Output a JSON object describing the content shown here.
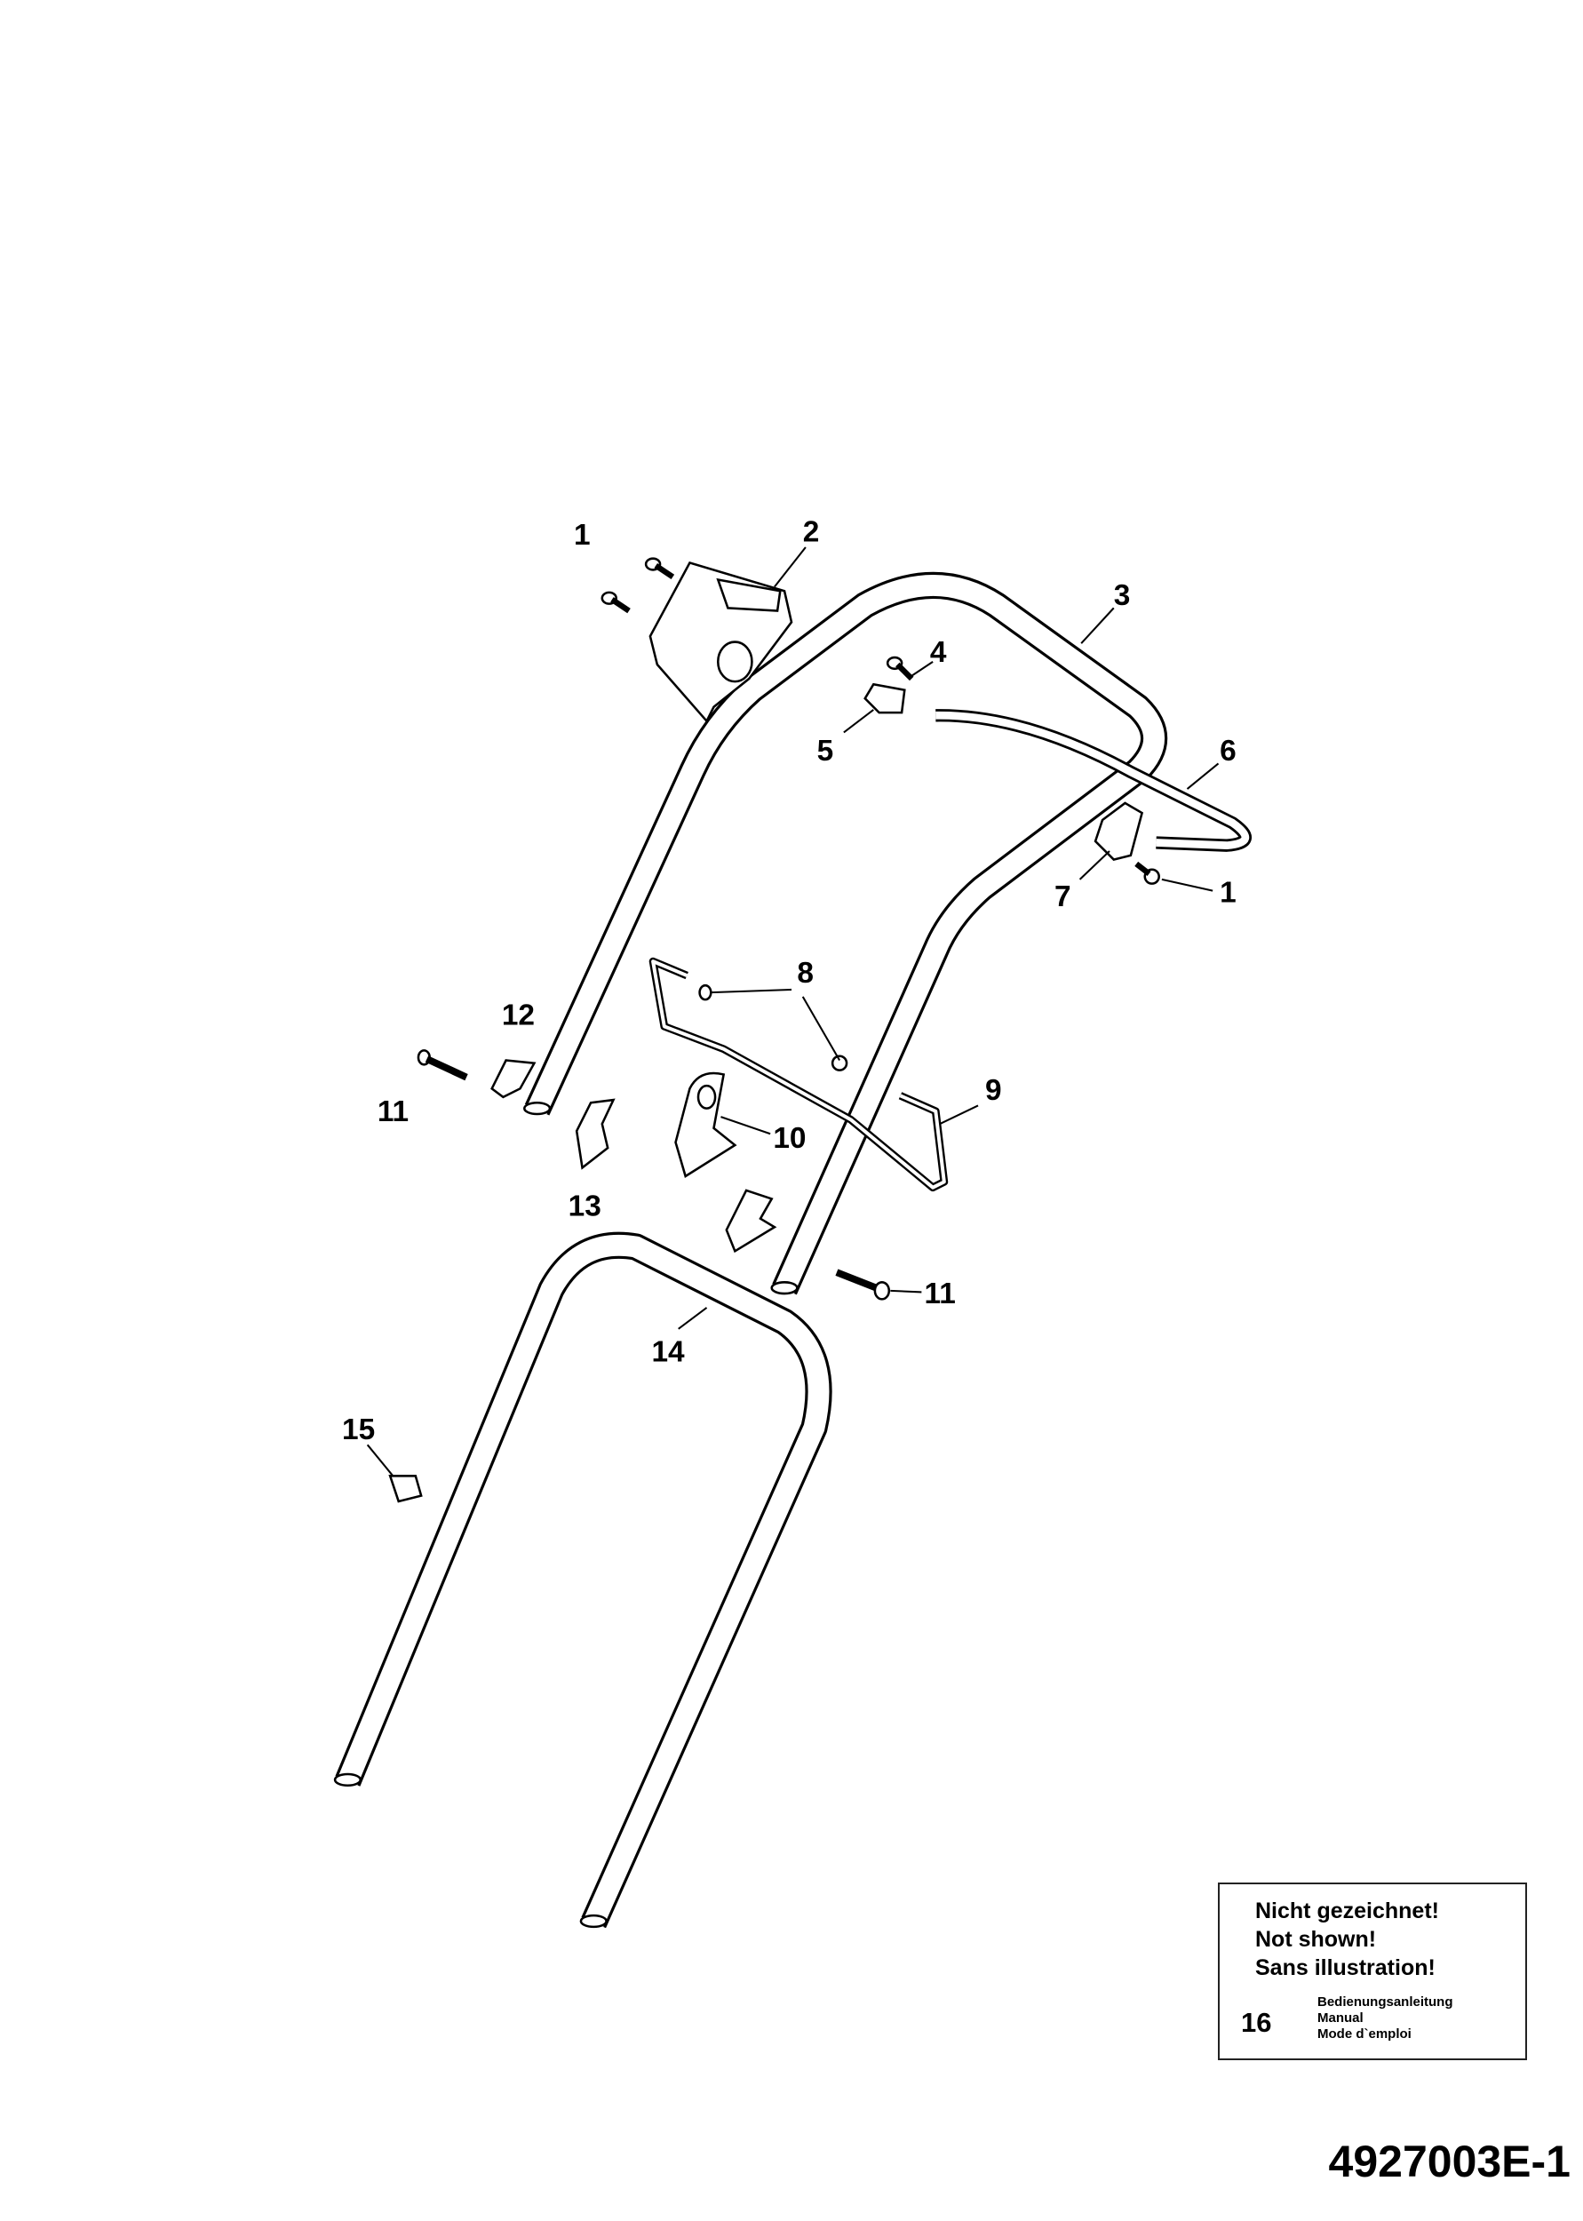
{
  "callouts": [
    {
      "id": "1a",
      "text": "1"
    },
    {
      "id": "2",
      "text": "2"
    },
    {
      "id": "3",
      "text": "3"
    },
    {
      "id": "4",
      "text": "4"
    },
    {
      "id": "5",
      "text": "5"
    },
    {
      "id": "6",
      "text": "6"
    },
    {
      "id": "7",
      "text": "7"
    },
    {
      "id": "1b",
      "text": "1"
    },
    {
      "id": "8",
      "text": "8"
    },
    {
      "id": "12",
      "text": "12"
    },
    {
      "id": "11a",
      "text": "11"
    },
    {
      "id": "9",
      "text": "9"
    },
    {
      "id": "10",
      "text": "10"
    },
    {
      "id": "13",
      "text": "13"
    },
    {
      "id": "11b",
      "text": "11"
    },
    {
      "id": "14",
      "text": "14"
    },
    {
      "id": "15",
      "text": "15"
    }
  ],
  "note": {
    "lines": [
      "Nicht gezeichnet!",
      "Not shown!",
      "Sans illustration!"
    ],
    "item_number": "16",
    "item_desc": [
      "Bedienungsanleitung",
      "Manual",
      "Mode d`emploi"
    ]
  },
  "drawing_code": "4927003E-1"
}
